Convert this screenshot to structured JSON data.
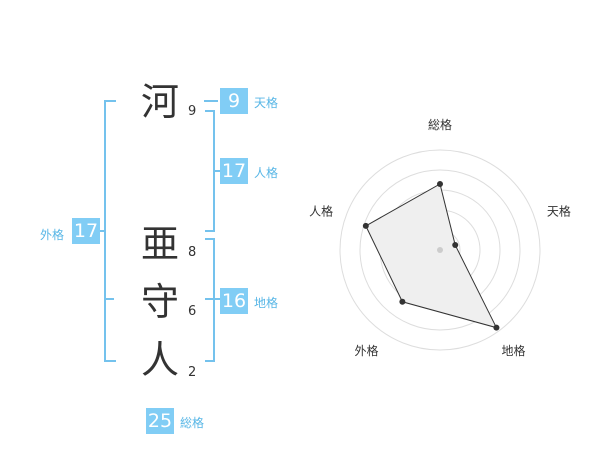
{
  "name": {
    "characters": [
      {
        "char": "河",
        "strokes": "9"
      },
      {
        "char": "亜",
        "strokes": "8"
      },
      {
        "char": "守",
        "strokes": "6"
      },
      {
        "char": "人",
        "strokes": "2"
      }
    ]
  },
  "fortunes": {
    "tenkaku": {
      "value": "9",
      "label": "天格"
    },
    "jinkaku": {
      "value": "17",
      "label": "人格"
    },
    "chikaku": {
      "value": "16",
      "label": "地格"
    },
    "gaikaku": {
      "value": "17",
      "label": "外格"
    },
    "soukaku": {
      "value": "25",
      "label": "総格"
    }
  },
  "colors": {
    "accent_box": "#81cdf5",
    "accent_line": "#74c2ed",
    "accent_text": "#57b6e6"
  },
  "radar": {
    "axes": [
      "総格",
      "天格",
      "地格",
      "外格",
      "人格"
    ],
    "max": 5,
    "values": [
      3.3,
      0.8,
      4.8,
      3.2,
      3.9
    ],
    "rings": 5
  }
}
